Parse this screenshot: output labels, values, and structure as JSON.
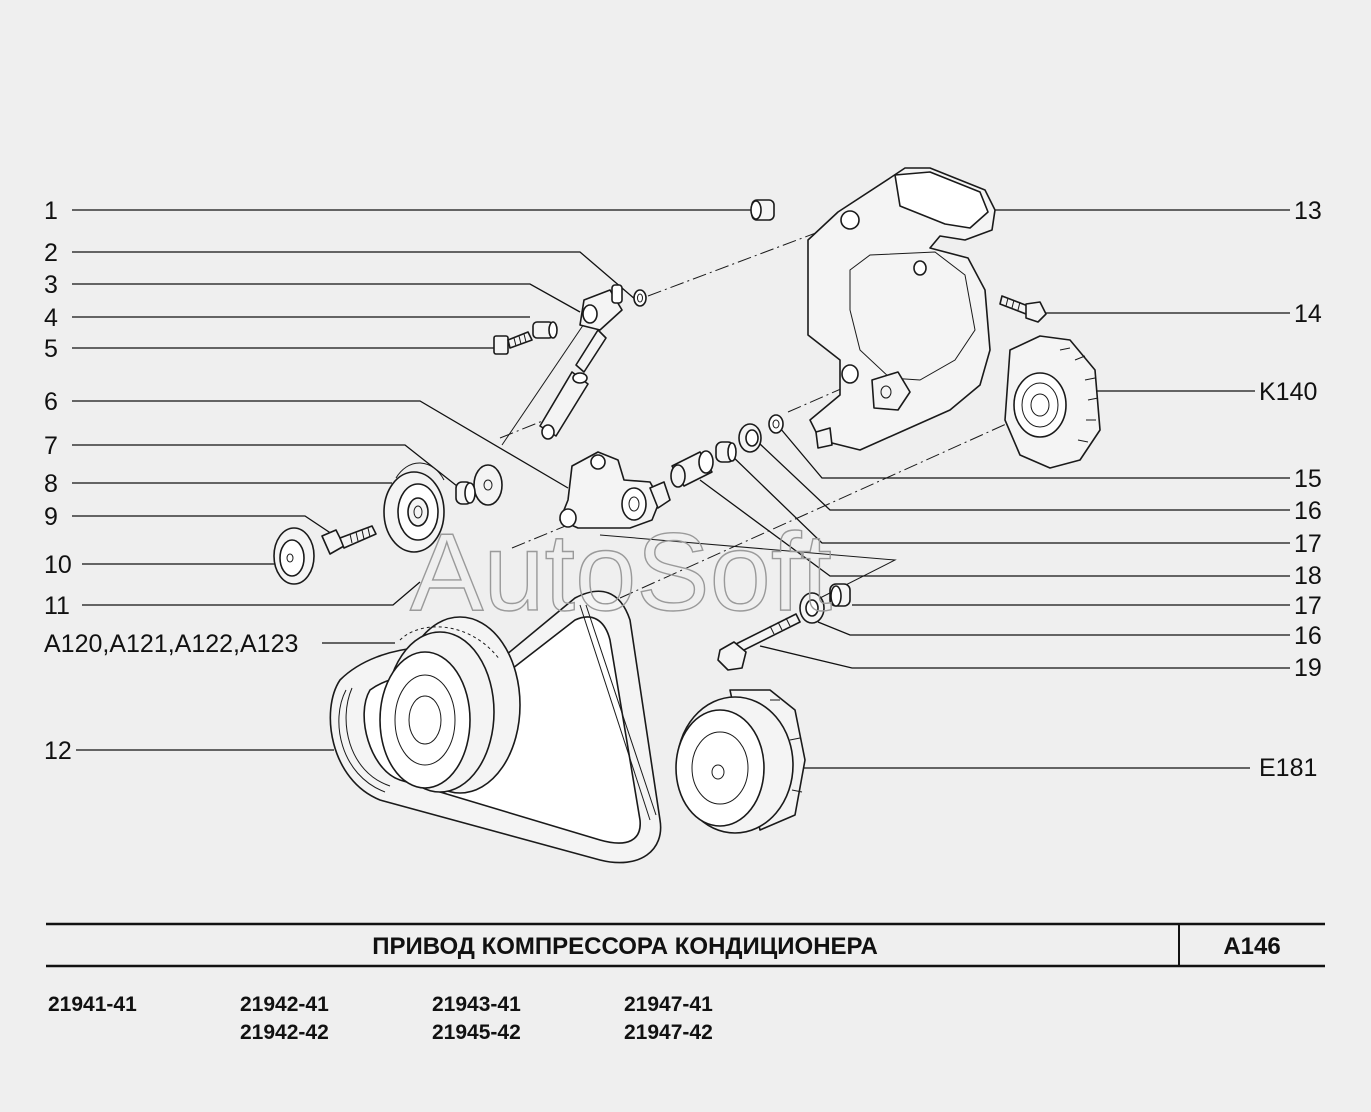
{
  "diagram": {
    "title": "ПРИВОД КОМПРЕССОРА КОНДИЦИОНЕРА",
    "code": "A146",
    "watermark": "AutoSoft",
    "labels_left": [
      "1",
      "2",
      "3",
      "4",
      "5",
      "6",
      "7",
      "8",
      "9",
      "10",
      "11",
      "A120,A121,A122,A123",
      "12"
    ],
    "labels_right": [
      "13",
      "14",
      "K140",
      "15",
      "16",
      "17",
      "18",
      "17",
      "16",
      "19",
      "E181"
    ],
    "models": [
      [
        "21941-41"
      ],
      [
        "21942-41",
        "21942-42"
      ],
      [
        "21943-41",
        "21945-42"
      ],
      [
        "21947-41",
        "21947-42"
      ]
    ]
  }
}
